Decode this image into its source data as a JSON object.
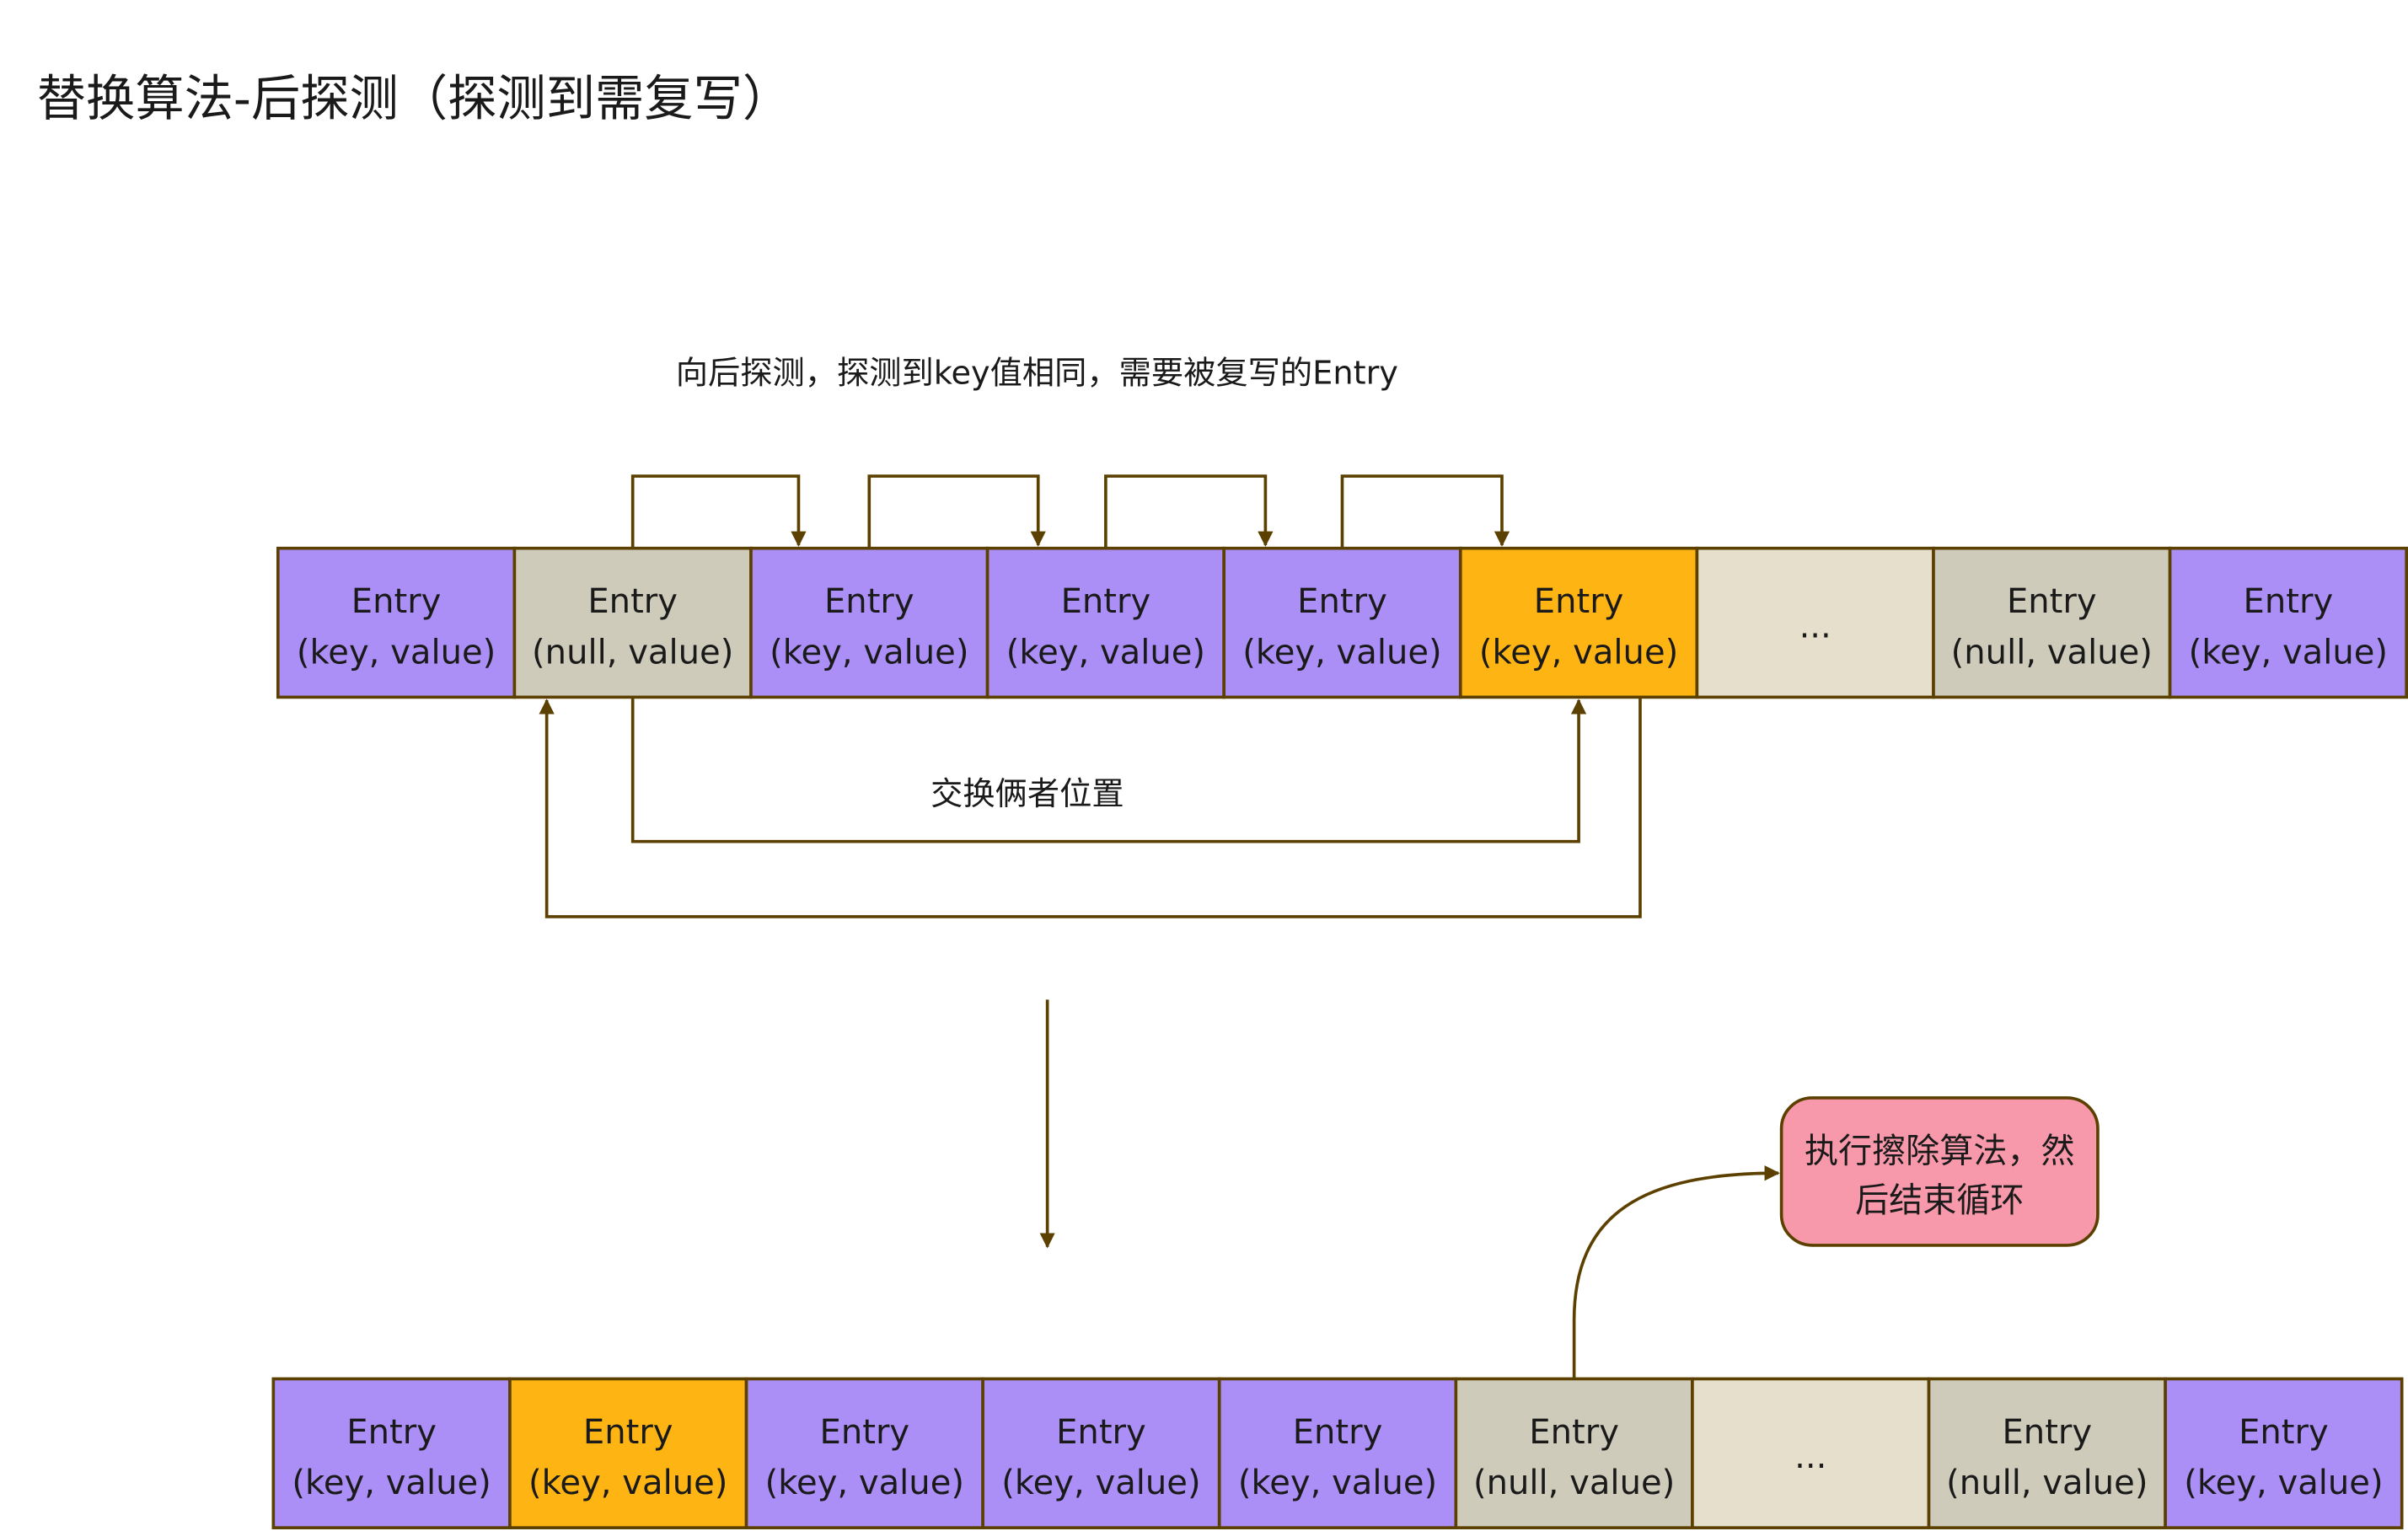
{
  "title": "替换算法-后探测（探测到需复写）",
  "probe_label": "向后探测，探测到key值相同，需要被复写的Entry",
  "swap_label": "交换俩者位置",
  "result_box": {
    "line1": "执行擦除算法，然",
    "line2": "后结束循环"
  },
  "colors": {
    "key_entry": "#ab8ff7",
    "null_entry": "#cfcbba",
    "target_entry": "#feb514",
    "ellipsis": "#e6dfcc",
    "result_box": "#f799aa",
    "stroke": "#5b4000"
  },
  "rows": [
    {
      "cells": [
        {
          "kind": "key_entry",
          "line1": "Entry",
          "line2": "(key, value)"
        },
        {
          "kind": "null_entry",
          "line1": "Entry",
          "line2": "(null, value)"
        },
        {
          "kind": "key_entry",
          "line1": "Entry",
          "line2": "(key, value)"
        },
        {
          "kind": "key_entry",
          "line1": "Entry",
          "line2": "(key, value)"
        },
        {
          "kind": "key_entry",
          "line1": "Entry",
          "line2": "(key, value)"
        },
        {
          "kind": "target_entry",
          "line1": "Entry",
          "line2": "(key, value)"
        },
        {
          "kind": "ellipsis",
          "line1": "...",
          "line2": ""
        },
        {
          "kind": "null_entry",
          "line1": "Entry",
          "line2": "(null, value)"
        },
        {
          "kind": "key_entry",
          "line1": "Entry",
          "line2": "(key, value)"
        }
      ]
    },
    {
      "cells": [
        {
          "kind": "key_entry",
          "line1": "Entry",
          "line2": "(key, value)"
        },
        {
          "kind": "target_entry",
          "line1": "Entry",
          "line2": "(key, value)"
        },
        {
          "kind": "key_entry",
          "line1": "Entry",
          "line2": "(key, value)"
        },
        {
          "kind": "key_entry",
          "line1": "Entry",
          "line2": "(key, value)"
        },
        {
          "kind": "key_entry",
          "line1": "Entry",
          "line2": "(key, value)"
        },
        {
          "kind": "null_entry",
          "line1": "Entry",
          "line2": "(null, value)"
        },
        {
          "kind": "ellipsis",
          "line1": "...",
          "line2": ""
        },
        {
          "kind": "null_entry",
          "line1": "Entry",
          "line2": "(null, value)"
        },
        {
          "kind": "key_entry",
          "line1": "Entry",
          "line2": "(key, value)"
        }
      ]
    }
  ]
}
